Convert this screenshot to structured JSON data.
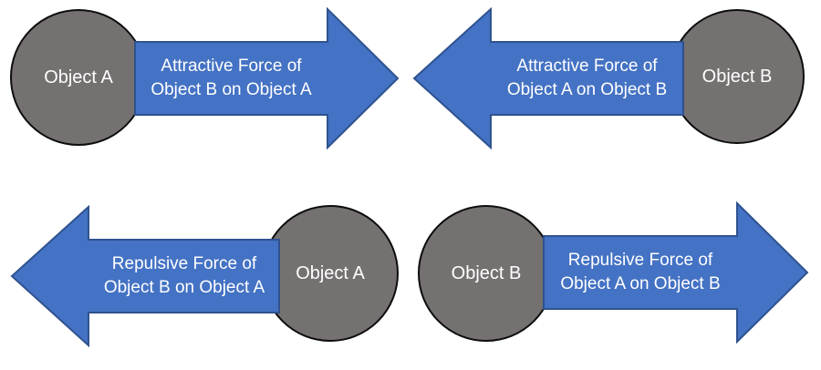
{
  "colors": {
    "background": "#FFFFFF",
    "arrow_fill": "#4472C4",
    "arrow_border": "#2F528F",
    "circle_fill": "#767171",
    "circle_border": "#0D0D0D",
    "label_text": "#FFFFFF"
  },
  "groups": [
    {
      "position": "top-left",
      "circle_label": "Object A",
      "arrow_direction": "right",
      "arrow_line1": "Attractive Force of",
      "arrow_line2": "Object B on Object A"
    },
    {
      "position": "top-right",
      "circle_label": "Object B",
      "arrow_direction": "left",
      "arrow_line1": "Attractive Force of",
      "arrow_line2": "Object A on Object B"
    },
    {
      "position": "bottom-left",
      "circle_label": "Object A",
      "arrow_direction": "left",
      "arrow_line1": "Repulsive Force of",
      "arrow_line2": "Object B on Object A"
    },
    {
      "position": "bottom-right",
      "circle_label": "Object B",
      "arrow_direction": "right",
      "arrow_line1": "Repulsive Force of",
      "arrow_line2": "Object A on Object B"
    }
  ]
}
